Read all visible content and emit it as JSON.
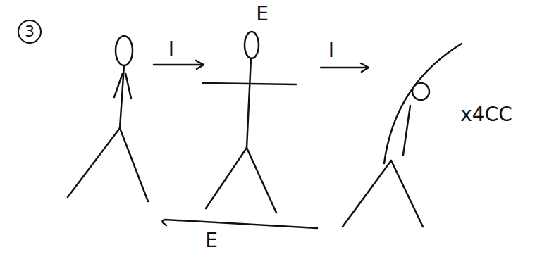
{
  "diagram": {
    "nodes": [
      {
        "text": [
          "3"
        ]
      }
    ],
    "labels": [
      "I",
      "I",
      "E",
      "x4CC",
      "E"
    ]
  }
}
